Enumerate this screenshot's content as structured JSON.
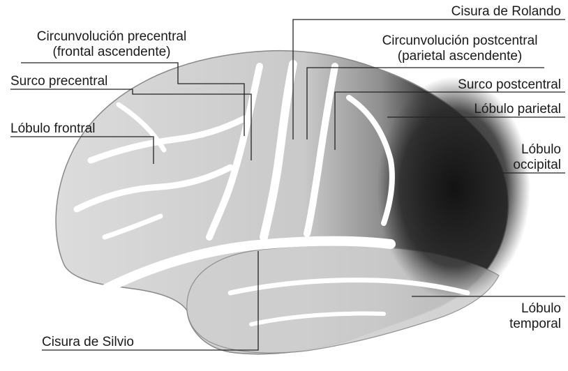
{
  "labels": {
    "precentral_gyrus": {
      "line1": "Circunvolución precentral",
      "line2": "(frontal ascendente)"
    },
    "rolandic_fissure": "Cisura de Rolando",
    "postcentral_gyrus": {
      "line1": "Circunvolución postcentral",
      "line2": "(parietal ascendente)"
    },
    "precentral_sulcus": "Surco precentral",
    "postcentral_sulcus": "Surco postcentral",
    "parietal_lobe": "Lóbulo parietal",
    "frontal_lobe": "Lóbulo frontral",
    "occipital_lobe": {
      "line1": "Lóbulo",
      "line2": "occipital"
    },
    "temporal_lobe": {
      "line1": "Lóbulo",
      "line2": "temporal"
    },
    "sylvian_fissure": "Cisura de Silvio"
  },
  "colors": {
    "cortex": "#d6d6d6",
    "sulcus": "#ffffff",
    "shadow": "#1e1e1e",
    "ink": "#1a1a1a"
  }
}
